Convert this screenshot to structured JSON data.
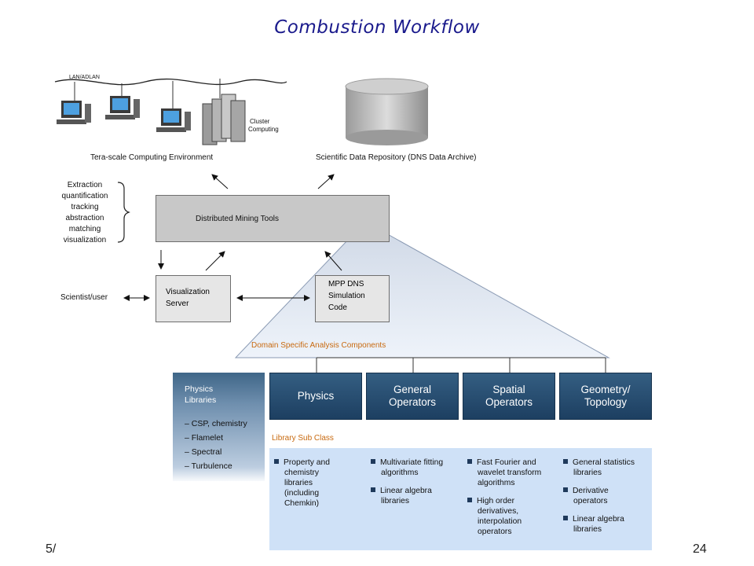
{
  "title": "Combustion Workflow",
  "top": {
    "network_label": "LAN/ADLAN",
    "cluster_label_1": "Cluster",
    "cluster_label_2": "Computing",
    "compute_env": "Tera-scale Computing Environment",
    "repository": "Scientific Data Repository (DNS Data Archive)"
  },
  "operations": [
    "Extraction",
    "quantification",
    "tracking",
    "abstraction",
    "matching",
    "visualization"
  ],
  "mining_tools": "Distributed Mining Tools",
  "user": "Scientist/user",
  "vis_server": [
    "Visualization",
    "Server"
  ],
  "mpp": [
    "MPP DNS",
    "Simulation",
    "Code"
  ],
  "domain_heading": "Domain Specific Analysis Components",
  "components": [
    {
      "lines": [
        "Physics"
      ]
    },
    {
      "lines": [
        "General",
        "Operators"
      ]
    },
    {
      "lines": [
        "Spatial",
        "Operators"
      ]
    },
    {
      "lines": [
        "Geometry/",
        "Topology"
      ]
    }
  ],
  "libraries": {
    "title": [
      "Physics",
      "Libraries"
    ],
    "items": [
      "– CSP, chemistry",
      "– Flamelet",
      "– Spectral",
      "– Turbulence"
    ]
  },
  "subclass_heading": "Library Sub Class",
  "subclasses": [
    [
      [
        "Property and",
        "chemistry",
        "libraries",
        "(including",
        "Chemkin)"
      ]
    ],
    [
      [
        "Multivariate fitting",
        "algorithms"
      ],
      [
        "Linear algebra",
        "libraries"
      ]
    ],
    [
      [
        "Fast Fourier and",
        "wavelet transform",
        "algorithms"
      ],
      [
        "High order",
        "derivatives,",
        "interpolation",
        "operators"
      ]
    ],
    [
      [
        "General statistics",
        "libraries"
      ],
      [
        "Derivative",
        "operators"
      ],
      [
        "Linear algebra",
        "libraries"
      ]
    ]
  ],
  "footer": {
    "left": "5/",
    "right": "24"
  },
  "colors": {
    "title": "#1a1a8c",
    "component": "#2a4f73",
    "section_heading": "#c86a10",
    "subclass_panel": "#cfe1f7"
  }
}
